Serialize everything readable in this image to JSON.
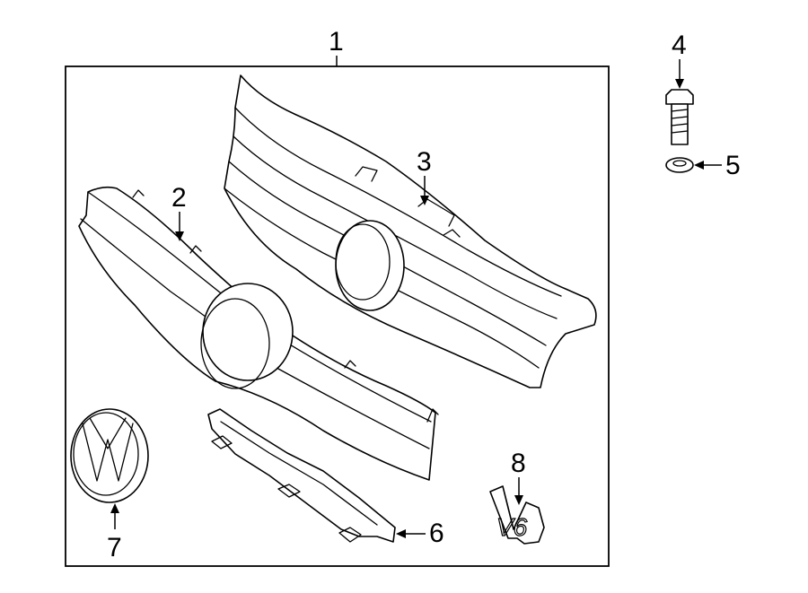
{
  "callouts": [
    {
      "id": "1",
      "label": "1"
    },
    {
      "id": "2",
      "label": "2"
    },
    {
      "id": "3",
      "label": "3"
    },
    {
      "id": "4",
      "label": "4"
    },
    {
      "id": "5",
      "label": "5"
    },
    {
      "id": "6",
      "label": "6"
    },
    {
      "id": "7",
      "label": "7"
    },
    {
      "id": "8",
      "label": "8"
    }
  ],
  "emblem_text": "V6",
  "colors": {
    "line": "#000000",
    "background": "#ffffff"
  }
}
